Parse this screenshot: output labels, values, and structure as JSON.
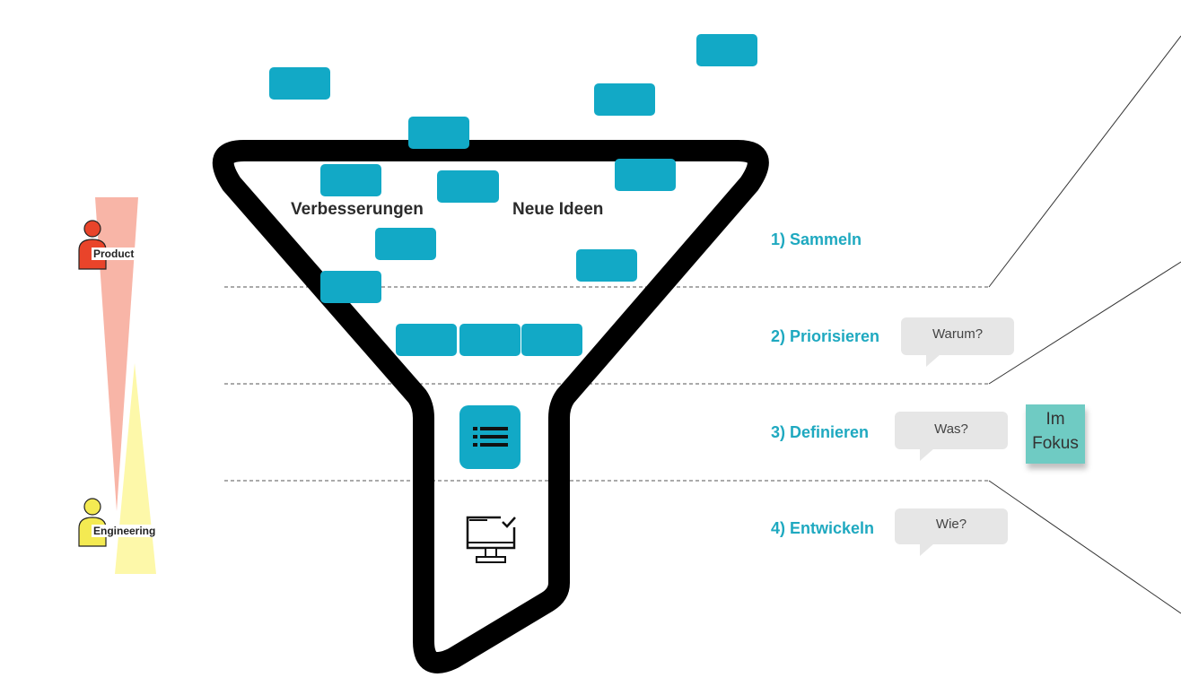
{
  "funnel": {
    "label_improvements": "Verbesserungen",
    "label_new_ideas": "Neue Ideen"
  },
  "steps": [
    {
      "label": "1) Sammeln"
    },
    {
      "label": "2) Priorisieren",
      "question": "Warum?"
    },
    {
      "label": "3) Definieren",
      "question": "Was?"
    },
    {
      "label": "4) Entwickeln",
      "question": "Wie?"
    }
  ],
  "sticky_note": {
    "text": "Im Fokus"
  },
  "roles": {
    "product": "Product",
    "engineering": "Engineering"
  },
  "colors": {
    "card": "#12a9c6",
    "step_text": "#1fa9c0",
    "product": "#e9442a",
    "engineering": "#f4ea52",
    "sticky": "#6fcbc3"
  },
  "icons": [
    "list-icon",
    "monitor-check-icon",
    "person-icon"
  ]
}
